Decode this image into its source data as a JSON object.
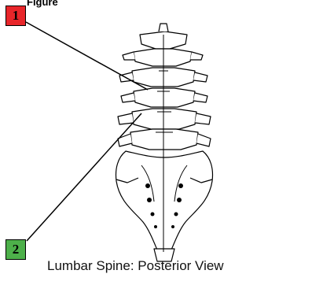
{
  "title_partial": "Figure",
  "callouts": [
    {
      "number": "1",
      "color": "#e8262a",
      "text_color": "#000000"
    },
    {
      "number": "2",
      "color": "#4db04a",
      "text_color": "#000000"
    }
  ],
  "caption": "Lumbar Spine: Posterior View"
}
